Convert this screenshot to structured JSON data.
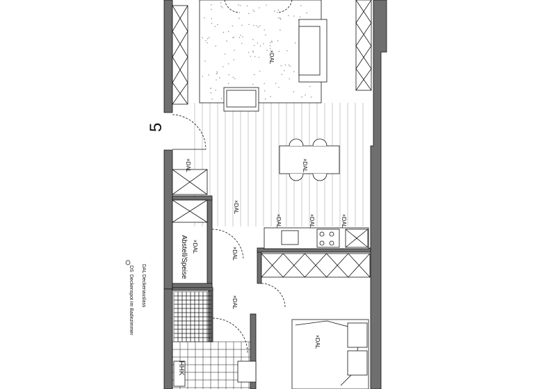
{
  "plan": {
    "unit_number": "5",
    "dal_label": "DAL",
    "ds_label": "DS",
    "room_labels": {
      "storage": "Abstell/Speise",
      "bathroom_hhk": "HHK"
    },
    "legend": {
      "dal_text": "Deckenauslass",
      "ds_text": "Deckenspot im Badezimmer"
    },
    "colors": {
      "wall": "#6f6f6f",
      "line": "#111111",
      "floor_lines": "#bdbdbd",
      "rug_dots": "#9a9a9a"
    }
  }
}
